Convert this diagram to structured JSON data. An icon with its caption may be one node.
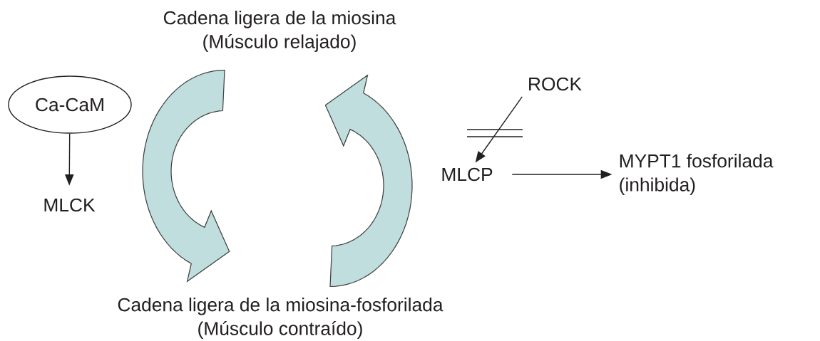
{
  "diagram": {
    "nodes": [
      {
        "text": [
          "Cadena ligera de la miosina",
          "(Músculo relajado)"
        ]
      },
      {
        "text": [
          "Cadena ligera de la miosina-fosforilada",
          "(Músculo contraído)"
        ]
      },
      {
        "text": [
          "Ca-CaM"
        ]
      },
      {
        "text": [
          "MLCK"
        ]
      },
      {
        "text": [
          "ROCK"
        ]
      },
      {
        "text": [
          "MLCP"
        ]
      },
      {
        "text": [
          "MYPT1 fosforilada",
          "(inhibida)"
        ]
      }
    ],
    "edges": [
      {
        "from": 0,
        "to": 1,
        "arrow": "to"
      },
      {
        "from": 1,
        "to": 0,
        "arrow": "to"
      },
      {
        "from": 2,
        "to": 3,
        "arrow": "to"
      },
      {
        "from": 4,
        "to": 5,
        "arrow": "to"
      },
      {
        "from": 5,
        "to": 6,
        "arrow": "to"
      }
    ]
  }
}
